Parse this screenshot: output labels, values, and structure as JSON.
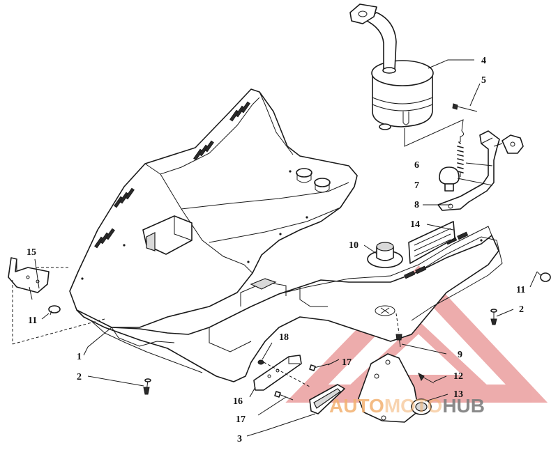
{
  "colors": {
    "line": "#1a1a1a",
    "watermark_red": "#e06a6a",
    "watermark_orange": "#f2b070",
    "watermark_gray": "#7d7d7d"
  },
  "callouts": {
    "c1": "1",
    "c2a": "2",
    "c2b": "2",
    "c3": "3",
    "c4": "4",
    "c5": "5",
    "c6": "6",
    "c7": "7",
    "c8": "8",
    "c9": "9",
    "c10": "10",
    "c11a": "11",
    "c11b": "11",
    "c12": "12",
    "c13": "13",
    "c14": "14",
    "c15": "15",
    "c16": "16",
    "c17a": "17",
    "c17b": "17",
    "c18": "18"
  },
  "watermark": {
    "part1": "AUTO",
    "part2": "MOTO",
    "part3": "HUB",
    "icon": "triangle-logo-icon"
  }
}
